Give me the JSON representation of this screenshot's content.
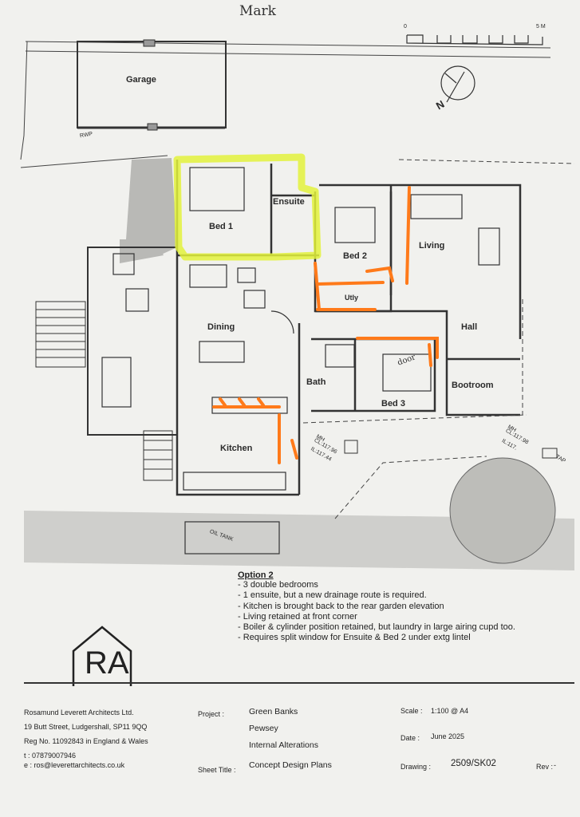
{
  "annotation": {
    "handwritten_title": "Mark",
    "handwritten_door": "door"
  },
  "scale_bar": {
    "start": "0",
    "end": "5 M"
  },
  "north": {
    "label": "N"
  },
  "rooms": {
    "garage": "Garage",
    "bed1": "Bed 1",
    "ensuite": "Ensuite",
    "bed2": "Bed 2",
    "living": "Living",
    "utly": "Utly",
    "dining": "Dining",
    "hall": "Hall",
    "bath": "Bath",
    "bed3": "Bed 3",
    "bootroom": "Bootroom",
    "kitchen": "Kitchen",
    "oil_tank": "OIL TANK",
    "tap": "TAP"
  },
  "survey_labels": {
    "mh1": "MH",
    "cl1": "CL:117.96",
    "il1": "IL:117.44",
    "mh2": "MH",
    "cl2": "CL:117.98",
    "il2": "IL:117.",
    "rwp": "RWP"
  },
  "colors": {
    "highlight": "#e3f23c",
    "markup": "#ff7a1a",
    "line": "#333333"
  },
  "notes": {
    "title": "Option 2",
    "items": [
      "3 double bedrooms",
      "1 ensuite, but a new drainage route is required.",
      "Kitchen is brought back to the rear garden elevation",
      "Living retained at front corner",
      "Boiler  & cylinder position retained, but laundry in large airing cupd too.",
      "Requires split window for Ensuite & Bed 2 under extg lintel"
    ]
  },
  "logo": {
    "letters": "RA"
  },
  "title_block": {
    "company": "Rosamund Leverett Architects Ltd.",
    "address": "19 Butt Street, Ludgershall, SP11 9QQ",
    "reg": "Reg No. 11092843 in England & Wales",
    "phone": "t : 07879007946",
    "email": "e : ros@leverettarchitects.co.uk",
    "project_label": "Project :",
    "project_lines": [
      "Green Banks",
      "Pewsey",
      "Internal Alterations"
    ],
    "sheet_label": "Sheet Title :",
    "sheet_title": "Concept Design Plans",
    "scale_label": "Scale :",
    "scale_value": "1:100 @ A4",
    "date_label": "Date :",
    "date_value": "June 2025",
    "drawing_label": "Drawing :",
    "drawing_value": "2509/SK02",
    "rev_label": "Rev :",
    "rev_value": "-"
  }
}
